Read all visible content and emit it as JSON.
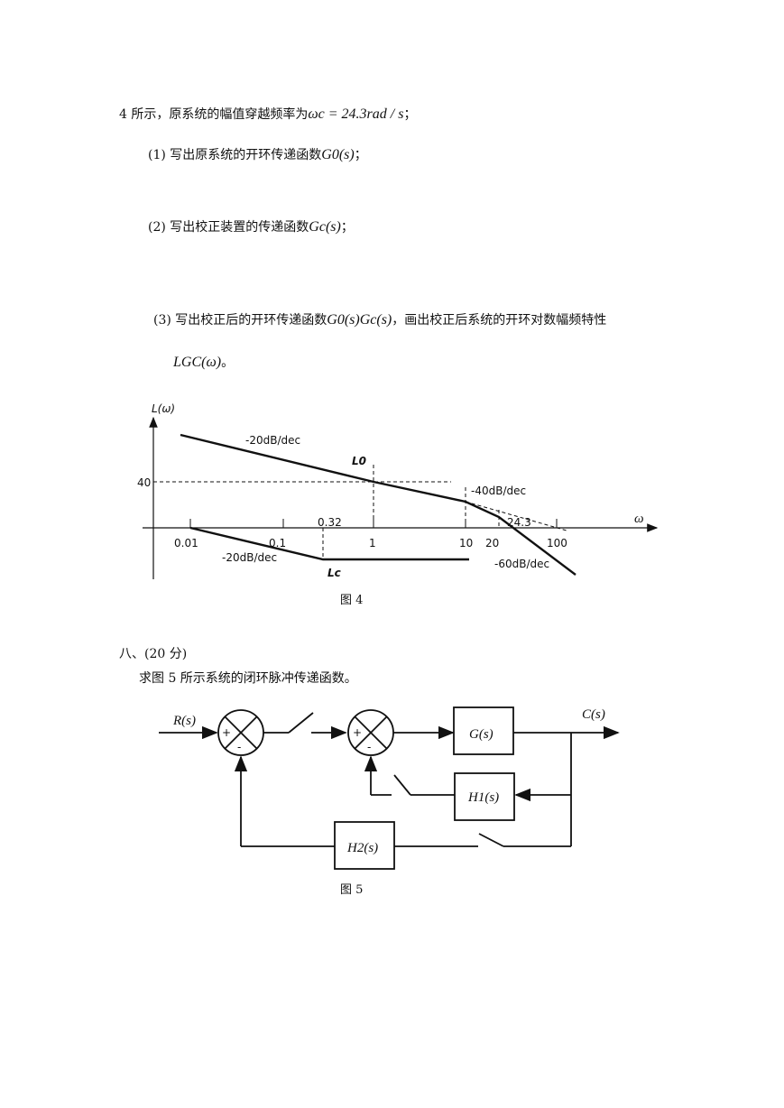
{
  "intro": {
    "prefix": "4 所示，原系统的幅值穿越频率为",
    "formula": "ωc = 24.3rad / s",
    "suffix": "；"
  },
  "q1": {
    "text": "(1) 写出原系统的开环传递函数",
    "formula": "G0(s)",
    "suffix": "；"
  },
  "q2": {
    "text": "(2) 写出校正装置的传递函数",
    "formula": "Gc(s)",
    "suffix": "；"
  },
  "q3": {
    "text": "(3) 写出校正后的开环传递函数",
    "formula": "G0(s)Gc(s)",
    "mid": "，画出校正后系统的开环对数幅频特性",
    "formula2": "LGC(ω)",
    "suffix": "。"
  },
  "fig4": {
    "caption": "图 4",
    "y_axis_label": "L(ω)",
    "x_axis_label": "ω",
    "y_tick": "40",
    "x_ticks": [
      "0.01",
      "0.1",
      "1",
      "10",
      "20",
      "100"
    ],
    "label_032": "0.32",
    "label_243": "24.3",
    "slopes": {
      "top": "-20dB/dec",
      "mid": "-40dB/dec",
      "right": "-60dB/dec",
      "bottom": "-20dB/dec"
    },
    "curve_L0": "L0",
    "curve_Lc": "Lc"
  },
  "section8": {
    "heading": "八、(20 分)",
    "question": "求图 5 所示系统的闭环脉冲传递函数。"
  },
  "fig5": {
    "caption": "图 5",
    "input": "R(s)",
    "output": "C(s)",
    "block_G": "G(s)",
    "block_H1": "H1(s)",
    "block_H2": "H2(s)",
    "plus": "+",
    "minus": "-"
  }
}
